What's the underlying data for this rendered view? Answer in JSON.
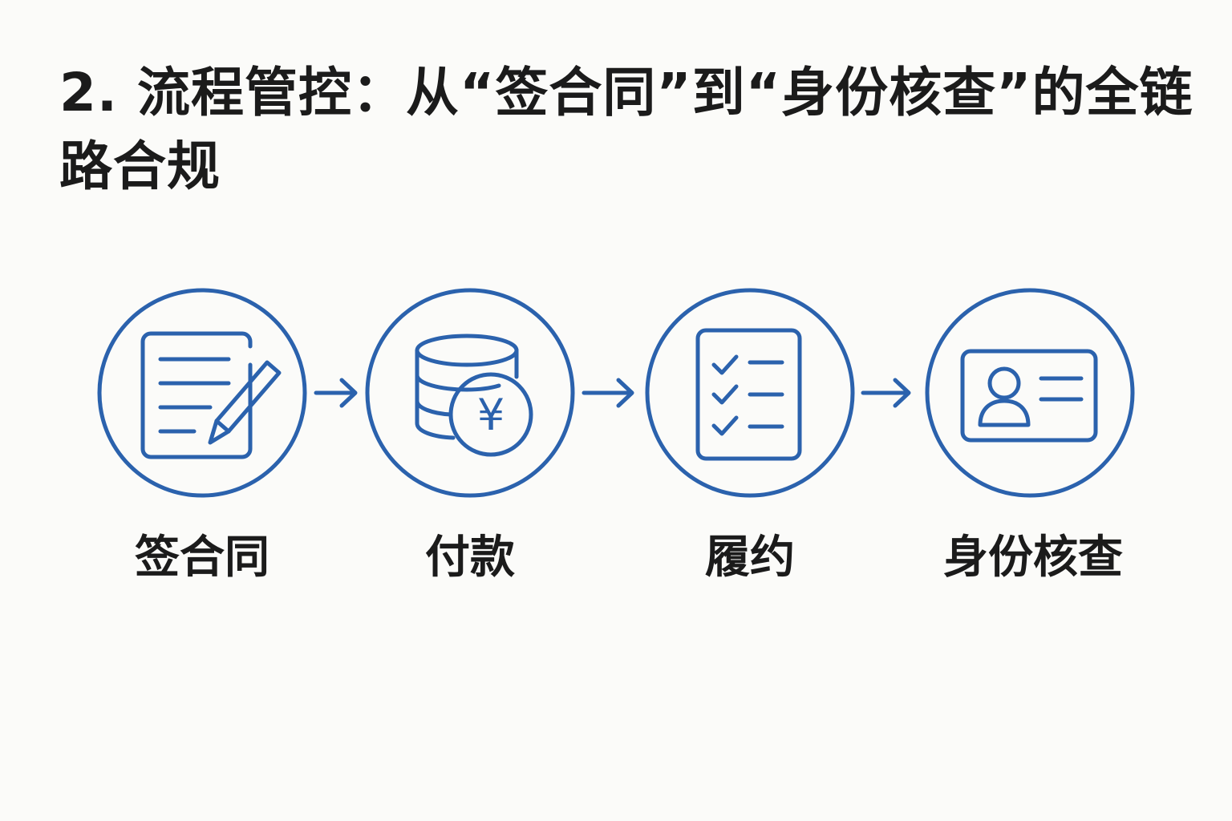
{
  "title": "2. 流程管控：从“签合同”到“身份核查”的全链路合规",
  "colors": {
    "accent": "#2b62ad",
    "text": "#1b1b1b",
    "background": "#fbfbf9"
  },
  "steps": [
    {
      "label": "签合同",
      "icon": "contract-pen-icon"
    },
    {
      "label": "付款",
      "icon": "database-yuan-coin-icon"
    },
    {
      "label": "履约",
      "icon": "checklist-icon"
    },
    {
      "label": "身份核查",
      "icon": "id-card-icon"
    }
  ],
  "coin_symbol": "¥"
}
